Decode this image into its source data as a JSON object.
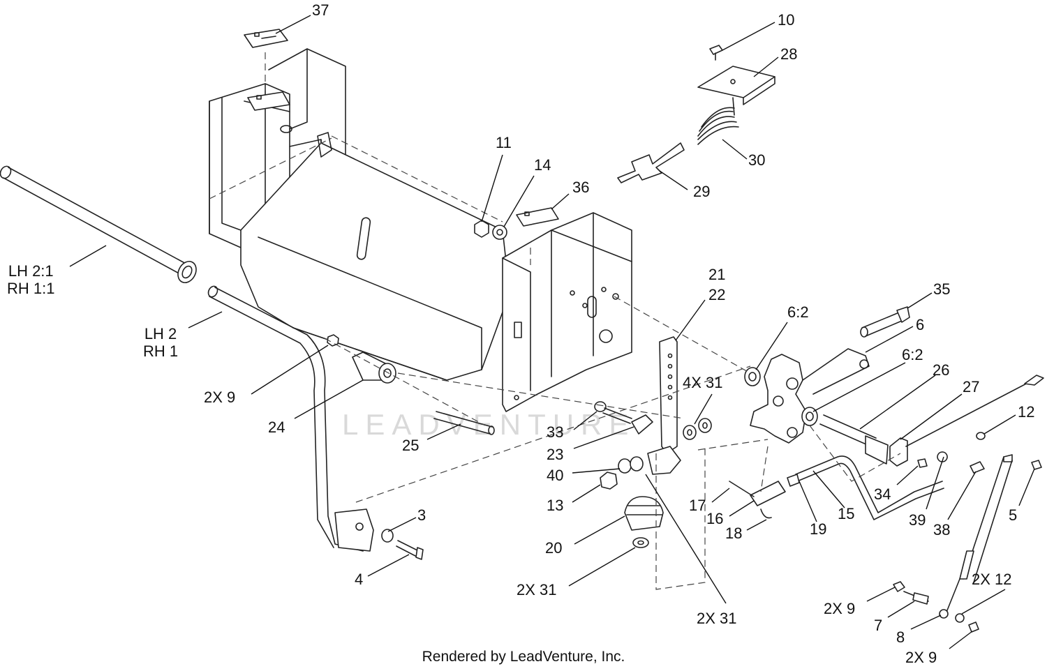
{
  "footer": "Rendered by LeadVenture, Inc.",
  "watermark": "LEADVENTURE",
  "colors": {
    "line": "#222222",
    "leader": "#111111",
    "dash": "#444444",
    "watermark": "#d9d9d9"
  },
  "callouts": {
    "c37": "37",
    "c10": "10",
    "c28": "28",
    "c30": "30",
    "c29": "29",
    "c11": "11",
    "c14": "14",
    "c36": "36",
    "c_tube_ratio": "LH 2:1\nRH 1:1",
    "c_tube": "LH 2\nRH 1",
    "c2x9_a": "2X 9",
    "c24": "24",
    "c25": "25",
    "c21": "21",
    "c22": "22",
    "c4x31": "4X 31",
    "c33": "33",
    "c23": "23",
    "c40": "40",
    "c13": "13",
    "c20": "20",
    "c2x31_a": "2X 31",
    "c2x31_b": "2X  31",
    "c3": "3",
    "c4": "4",
    "c6_2_a": "6:2",
    "c35": "35",
    "c6": "6",
    "c6_2_b": "6:2",
    "c26": "26",
    "c27": "27",
    "c12": "12",
    "c17": "17",
    "c16": "16",
    "c18": "18",
    "c19": "19",
    "c15": "15",
    "c34": "34",
    "c39": "39",
    "c38": "38",
    "c5": "5",
    "c2x9_b": "2X 9",
    "c7": "7",
    "c2x12": "2X 12",
    "c8": "8",
    "c2x9_c": "2X 9"
  }
}
